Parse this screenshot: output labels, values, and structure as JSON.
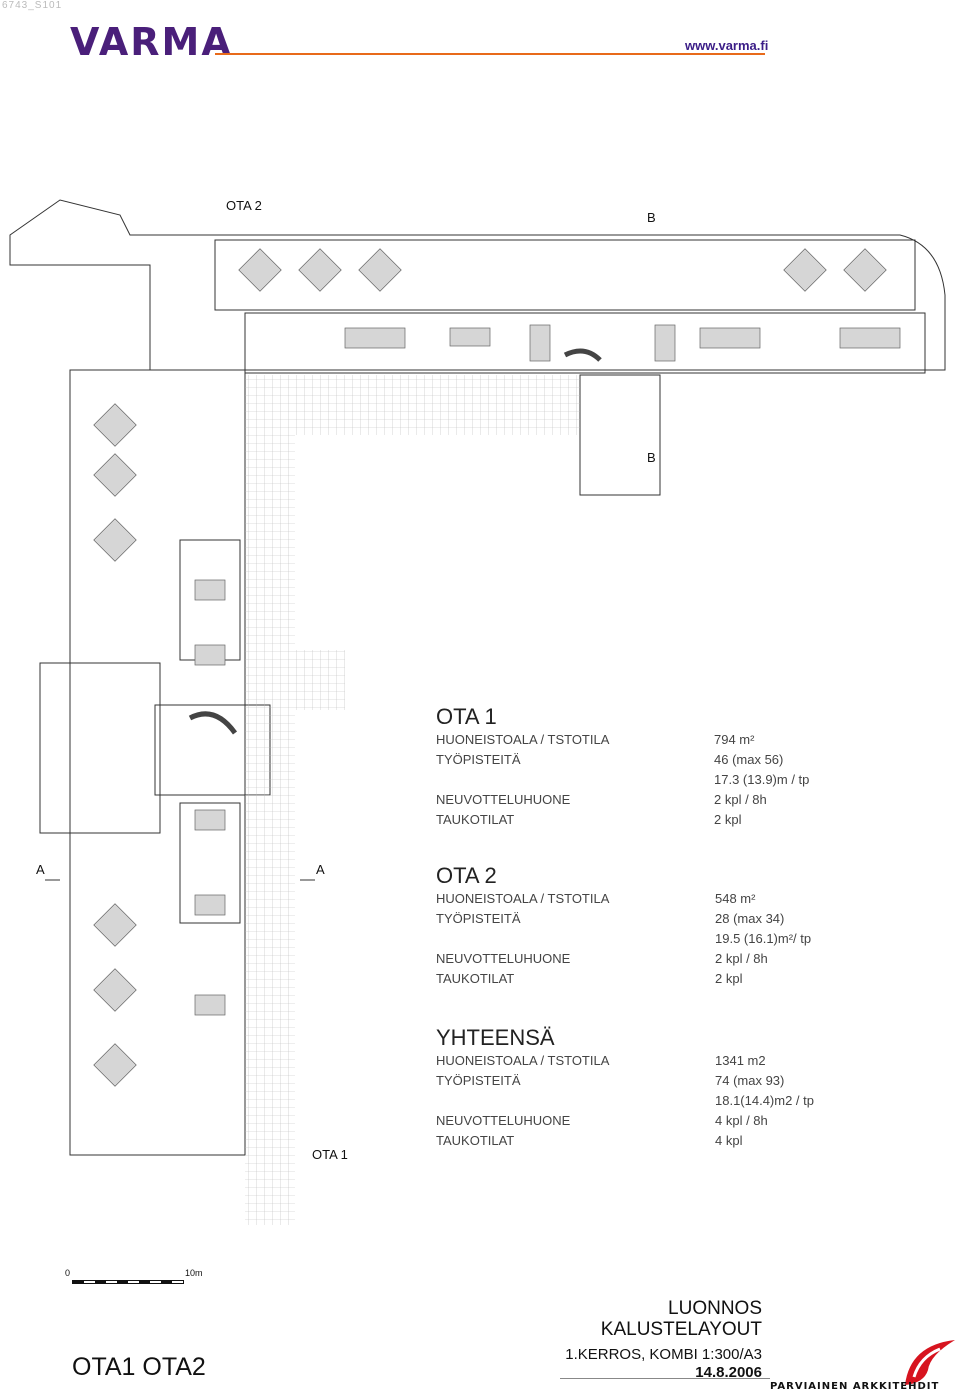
{
  "header": {
    "code": "6743_S101",
    "logo_text": "VARMA",
    "url": "www.varma.fi",
    "brand_color": "#4a1f7a",
    "line_color": "#e86a1a"
  },
  "plan": {
    "label_ota2": "OTA 2",
    "label_ota1": "OTA 1",
    "section_a_left": "A",
    "section_a_right": "A",
    "section_b_top": "B",
    "section_b_bottom": "B"
  },
  "stats": {
    "ota1": {
      "title": "OTA 1",
      "rows": [
        {
          "label": "HUONEISTOALA / TSTOTILA",
          "value": "794 m²"
        },
        {
          "label": "TYÖPISTEITÄ",
          "value": "46 (max 56)"
        },
        {
          "label": "",
          "value": "17.3 (13.9)m / tp"
        },
        {
          "label": "NEUVOTTELUHUONE",
          "value": "2 kpl / 8h"
        },
        {
          "label": "TAUKOTILAT",
          "value": "2 kpl"
        }
      ]
    },
    "ota2": {
      "title": "OTA 2",
      "rows": [
        {
          "label": "HUONEISTOALA / TSTOTILA",
          "value": "548 m²"
        },
        {
          "label": "TYÖPISTEITÄ",
          "value": "28 (max 34)"
        },
        {
          "label": "",
          "value": "19.5 (16.1)m²/ tp"
        },
        {
          "label": "NEUVOTTELUHUONE",
          "value": "2 kpl / 8h"
        },
        {
          "label": "TAUKOTILAT",
          "value": "2 kpl"
        }
      ]
    },
    "total": {
      "title": "YHTEENSÄ",
      "rows": [
        {
          "label": "HUONEISTOALA / TSTOTILA",
          "value": "1341 m2"
        },
        {
          "label": "TYÖPISTEITÄ",
          "value": "74 (max 93)"
        },
        {
          "label": "",
          "value": "18.1(14.4)m2 / tp"
        },
        {
          "label": "NEUVOTTELUHUONE",
          "value": "4 kpl / 8h"
        },
        {
          "label": "TAUKOTILAT",
          "value": "4 kpl"
        }
      ]
    }
  },
  "scale": {
    "start": "0",
    "end": "10m"
  },
  "title_block": {
    "main_title": "OTA1 OTA2",
    "status": "LUONNOS",
    "drawing_name": "KALUSTELAYOUT",
    "floor": "1.KERROS, KOMBI 1:300/A3",
    "date": "14.8.2006",
    "architect": "PARVIAINEN ARKKITEHDIT",
    "architect_logo_color": "#d7141f"
  }
}
